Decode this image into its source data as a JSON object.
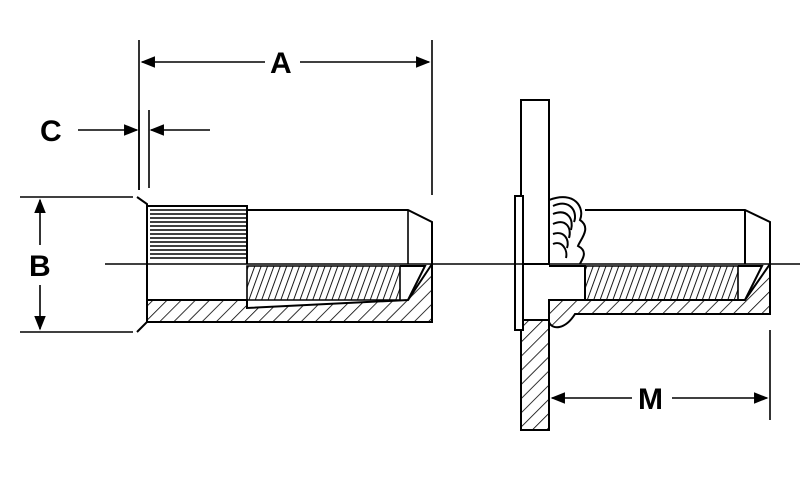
{
  "diagram": {
    "labels": {
      "A": "A",
      "B": "B",
      "C": "C",
      "M": "M"
    },
    "colors": {
      "line": "#000000",
      "background": "#ffffff"
    }
  }
}
